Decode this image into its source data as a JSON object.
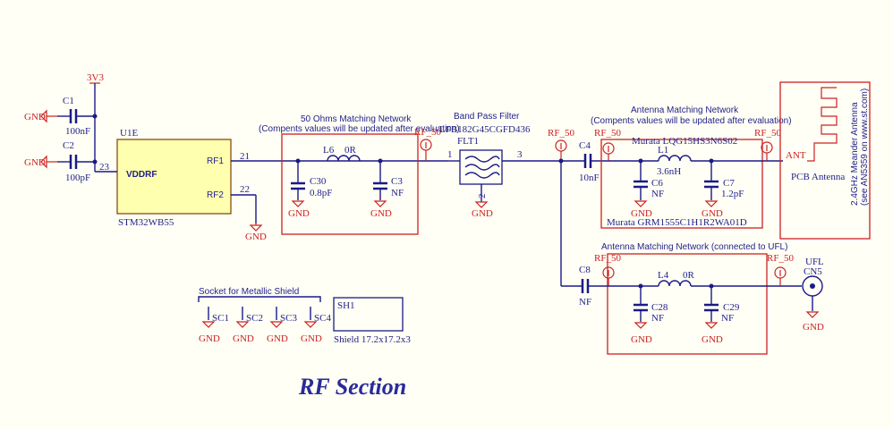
{
  "title": "RF Section",
  "power": {
    "net": "3V3"
  },
  "gnd_label": "GND",
  "rf50_label": "RF_50",
  "u1": {
    "ref": "U1E",
    "pin_vdd": "VDDRF",
    "pin_rf1": "RF1",
    "pin_rf2": "RF2",
    "part": "STM32WB55",
    "pin23": "23",
    "pin21": "21",
    "pin22": "22"
  },
  "c1": {
    "ref": "C1",
    "value": "100nF"
  },
  "c2": {
    "ref": "C2",
    "value": "100pF"
  },
  "matching50": {
    "title": "50 Ohms Matching Network",
    "note": "(Compents values will be updated after evaluation)",
    "l6": {
      "ref": "L6",
      "value": "0R"
    },
    "c30": {
      "ref": "C30",
      "value": "0.8pF"
    },
    "c3": {
      "ref": "C3",
      "value": "NF"
    }
  },
  "bpf": {
    "title": "Band Pass Filter",
    "part": "LFB182G45CGFD436",
    "ref": "FLT1",
    "pin1": "1",
    "pin2": "2",
    "pin3": "3"
  },
  "c4": {
    "ref": "C4",
    "value": "10nF"
  },
  "antenna_match": {
    "title": "Antenna Matching Network",
    "note": "(Compents values will be updated after evaluation)",
    "l1_part": "Murata LQG15HS3N6S02",
    "l1": {
      "ref": "L1",
      "value": "3.6nH"
    },
    "c6": {
      "ref": "C6",
      "value": "NF"
    },
    "c7": {
      "ref": "C7",
      "value": "1.2pF"
    },
    "cap_part": "Murata GRM1555C1H1R2WA01D"
  },
  "antenna": {
    "label": "ANT",
    "name": "PCB Antenna",
    "desc1": "2.4GHz Meander Antenna",
    "desc2": "(see AN5359 on www.st.com)"
  },
  "ufl_match": {
    "title": "Antenna Matching Network (connected to UFL)",
    "c8": {
      "ref": "C8",
      "value": "NF"
    },
    "l4": {
      "ref": "L4",
      "value": "0R"
    },
    "c28": {
      "ref": "C28",
      "value": "NF"
    },
    "c29": {
      "ref": "C29",
      "value": "NF"
    }
  },
  "ufl": {
    "label": "UFL",
    "ref": "CN5"
  },
  "shield": {
    "title": "Socket for Metallic Shield",
    "sockets": [
      "SC1",
      "SC2",
      "SC3",
      "SC4"
    ],
    "ref": "SH1",
    "part": "Shield 17.2x17.2x3"
  }
}
